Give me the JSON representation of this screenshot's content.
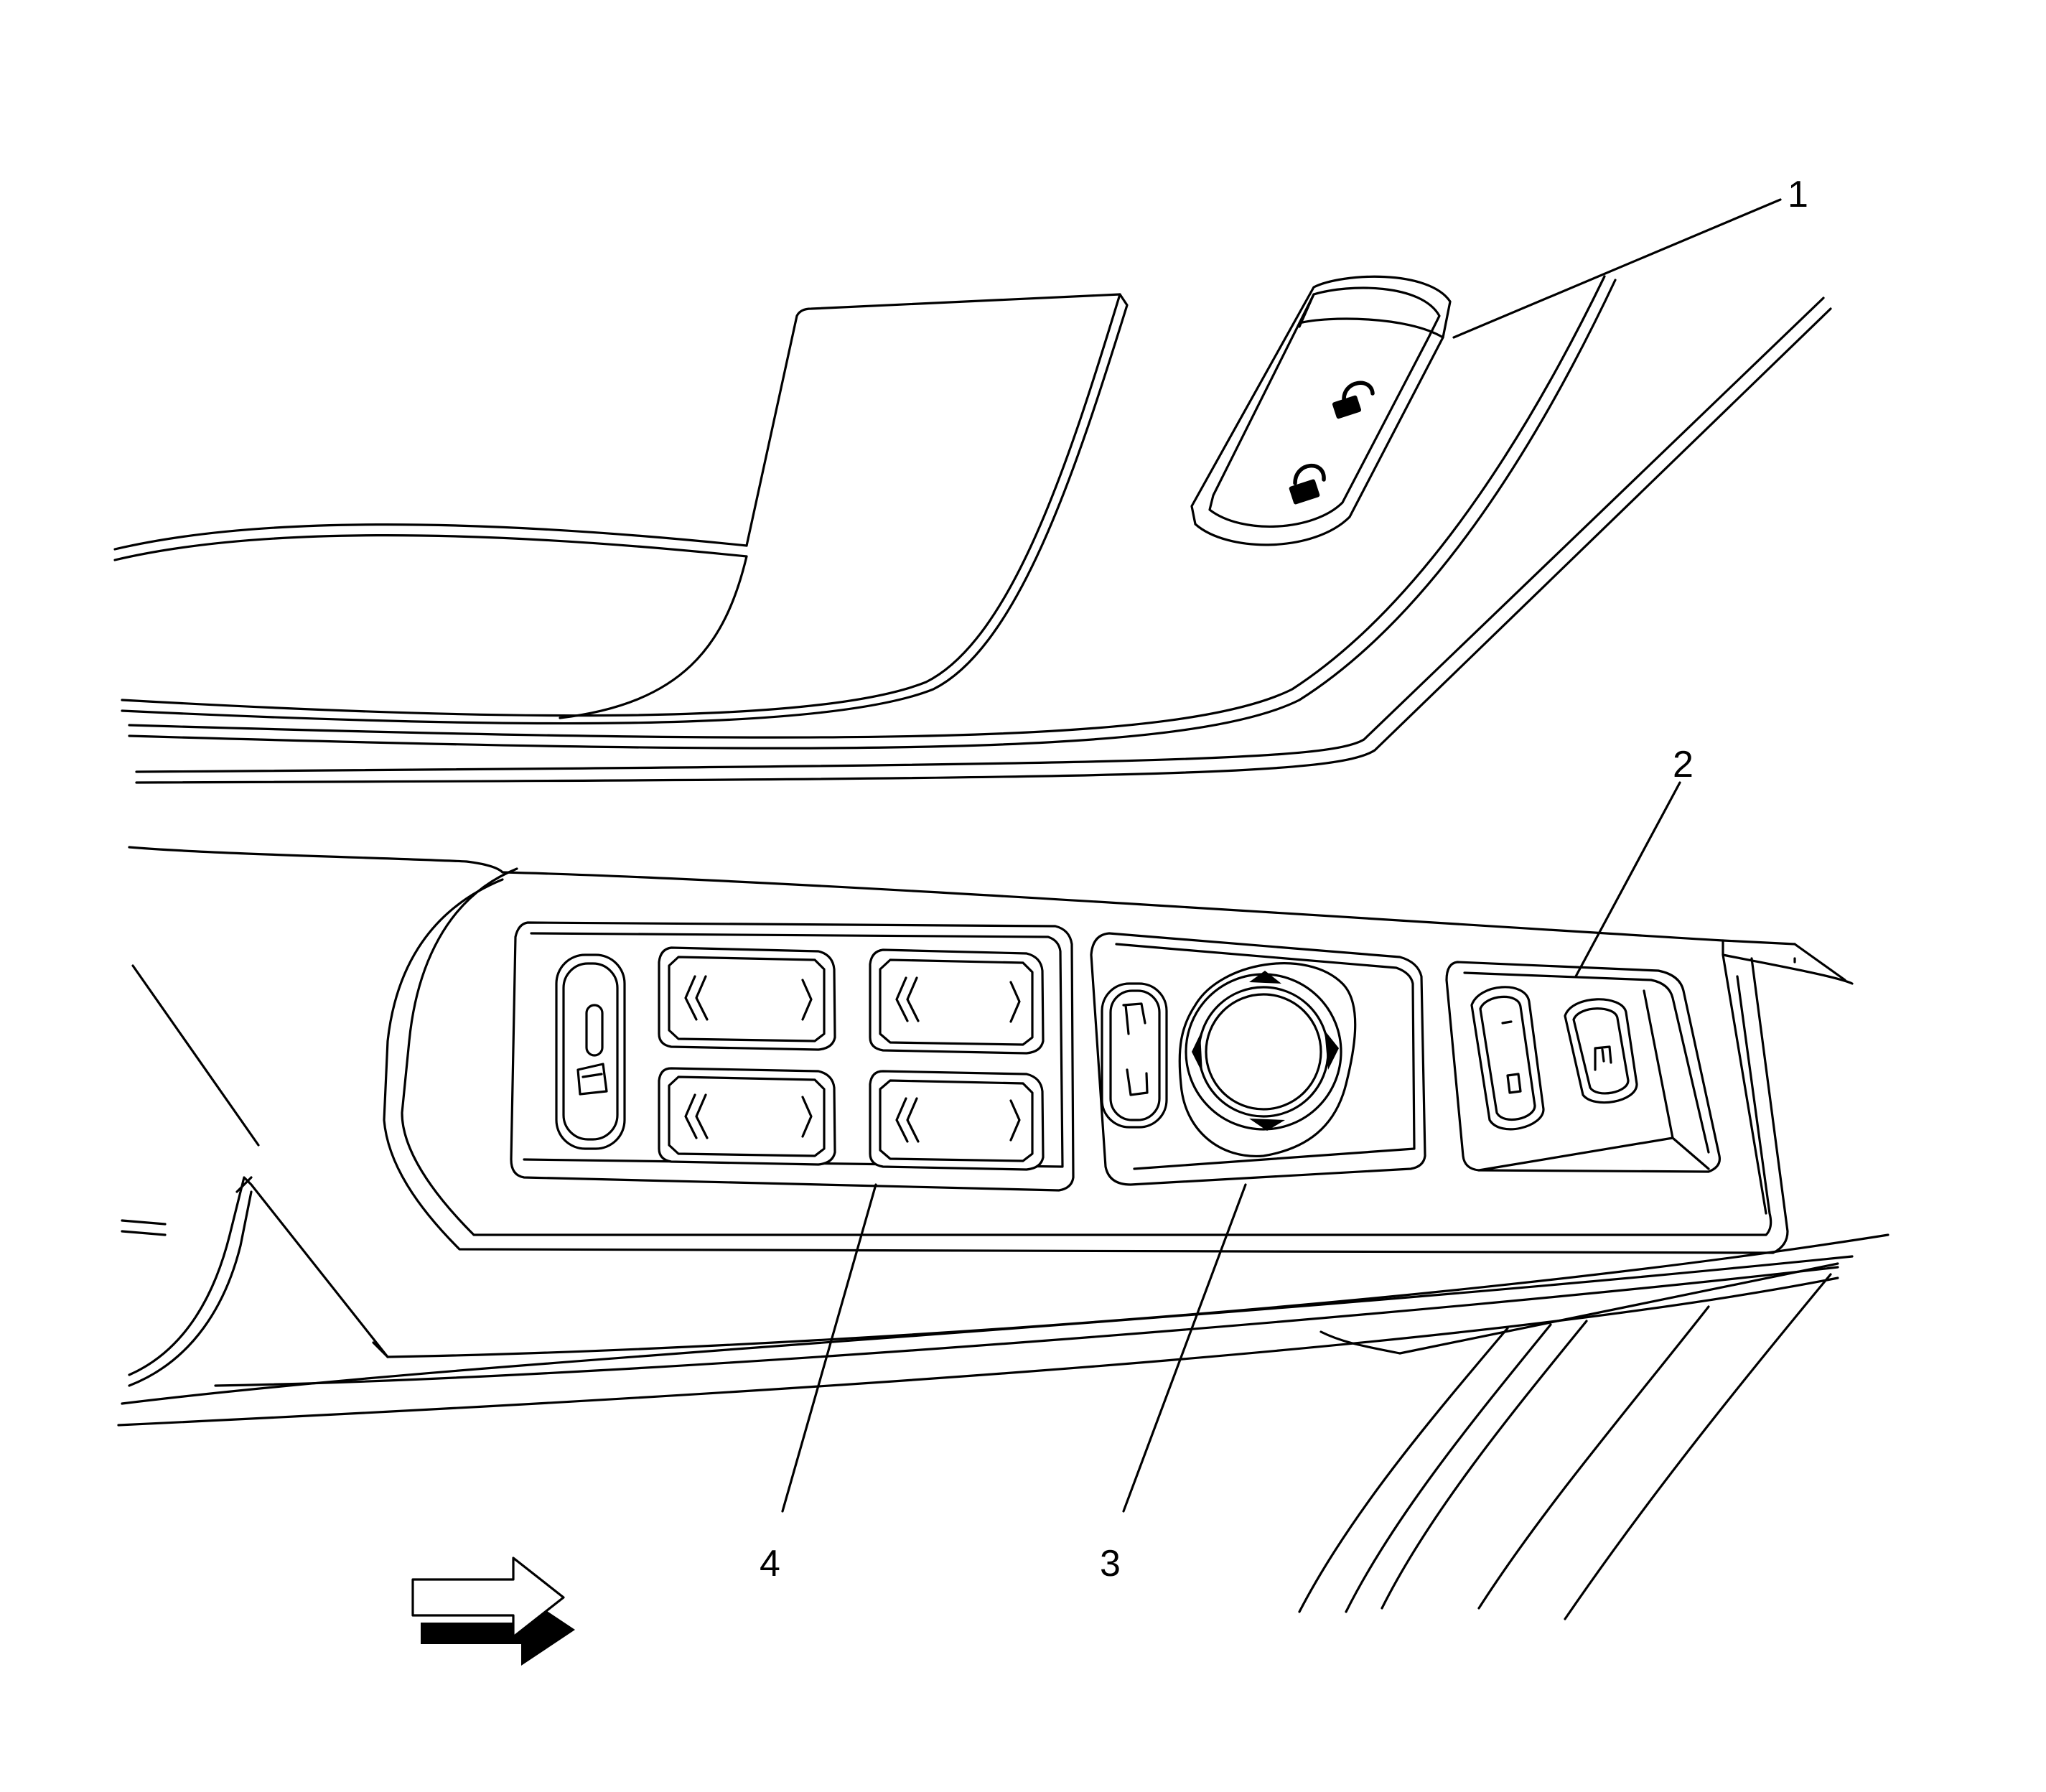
{
  "diagram": {
    "callouts": [
      {
        "id": "callout-1",
        "label": "1"
      },
      {
        "id": "callout-2",
        "label": "2"
      },
      {
        "id": "callout-3",
        "label": "3"
      },
      {
        "id": "callout-4",
        "label": "4"
      }
    ],
    "icons": {
      "direction_arrow": "front-direction-arrow-icon",
      "door_lock_switch": "door-lock-switch-icon",
      "window_switch": "window-switch-icon",
      "mirror_switch": "mirror-switch-icon",
      "seat_memory_switch": "seat-memory-switch-icon"
    },
    "colors": {
      "stroke": "#000000",
      "background": "#ffffff"
    }
  }
}
